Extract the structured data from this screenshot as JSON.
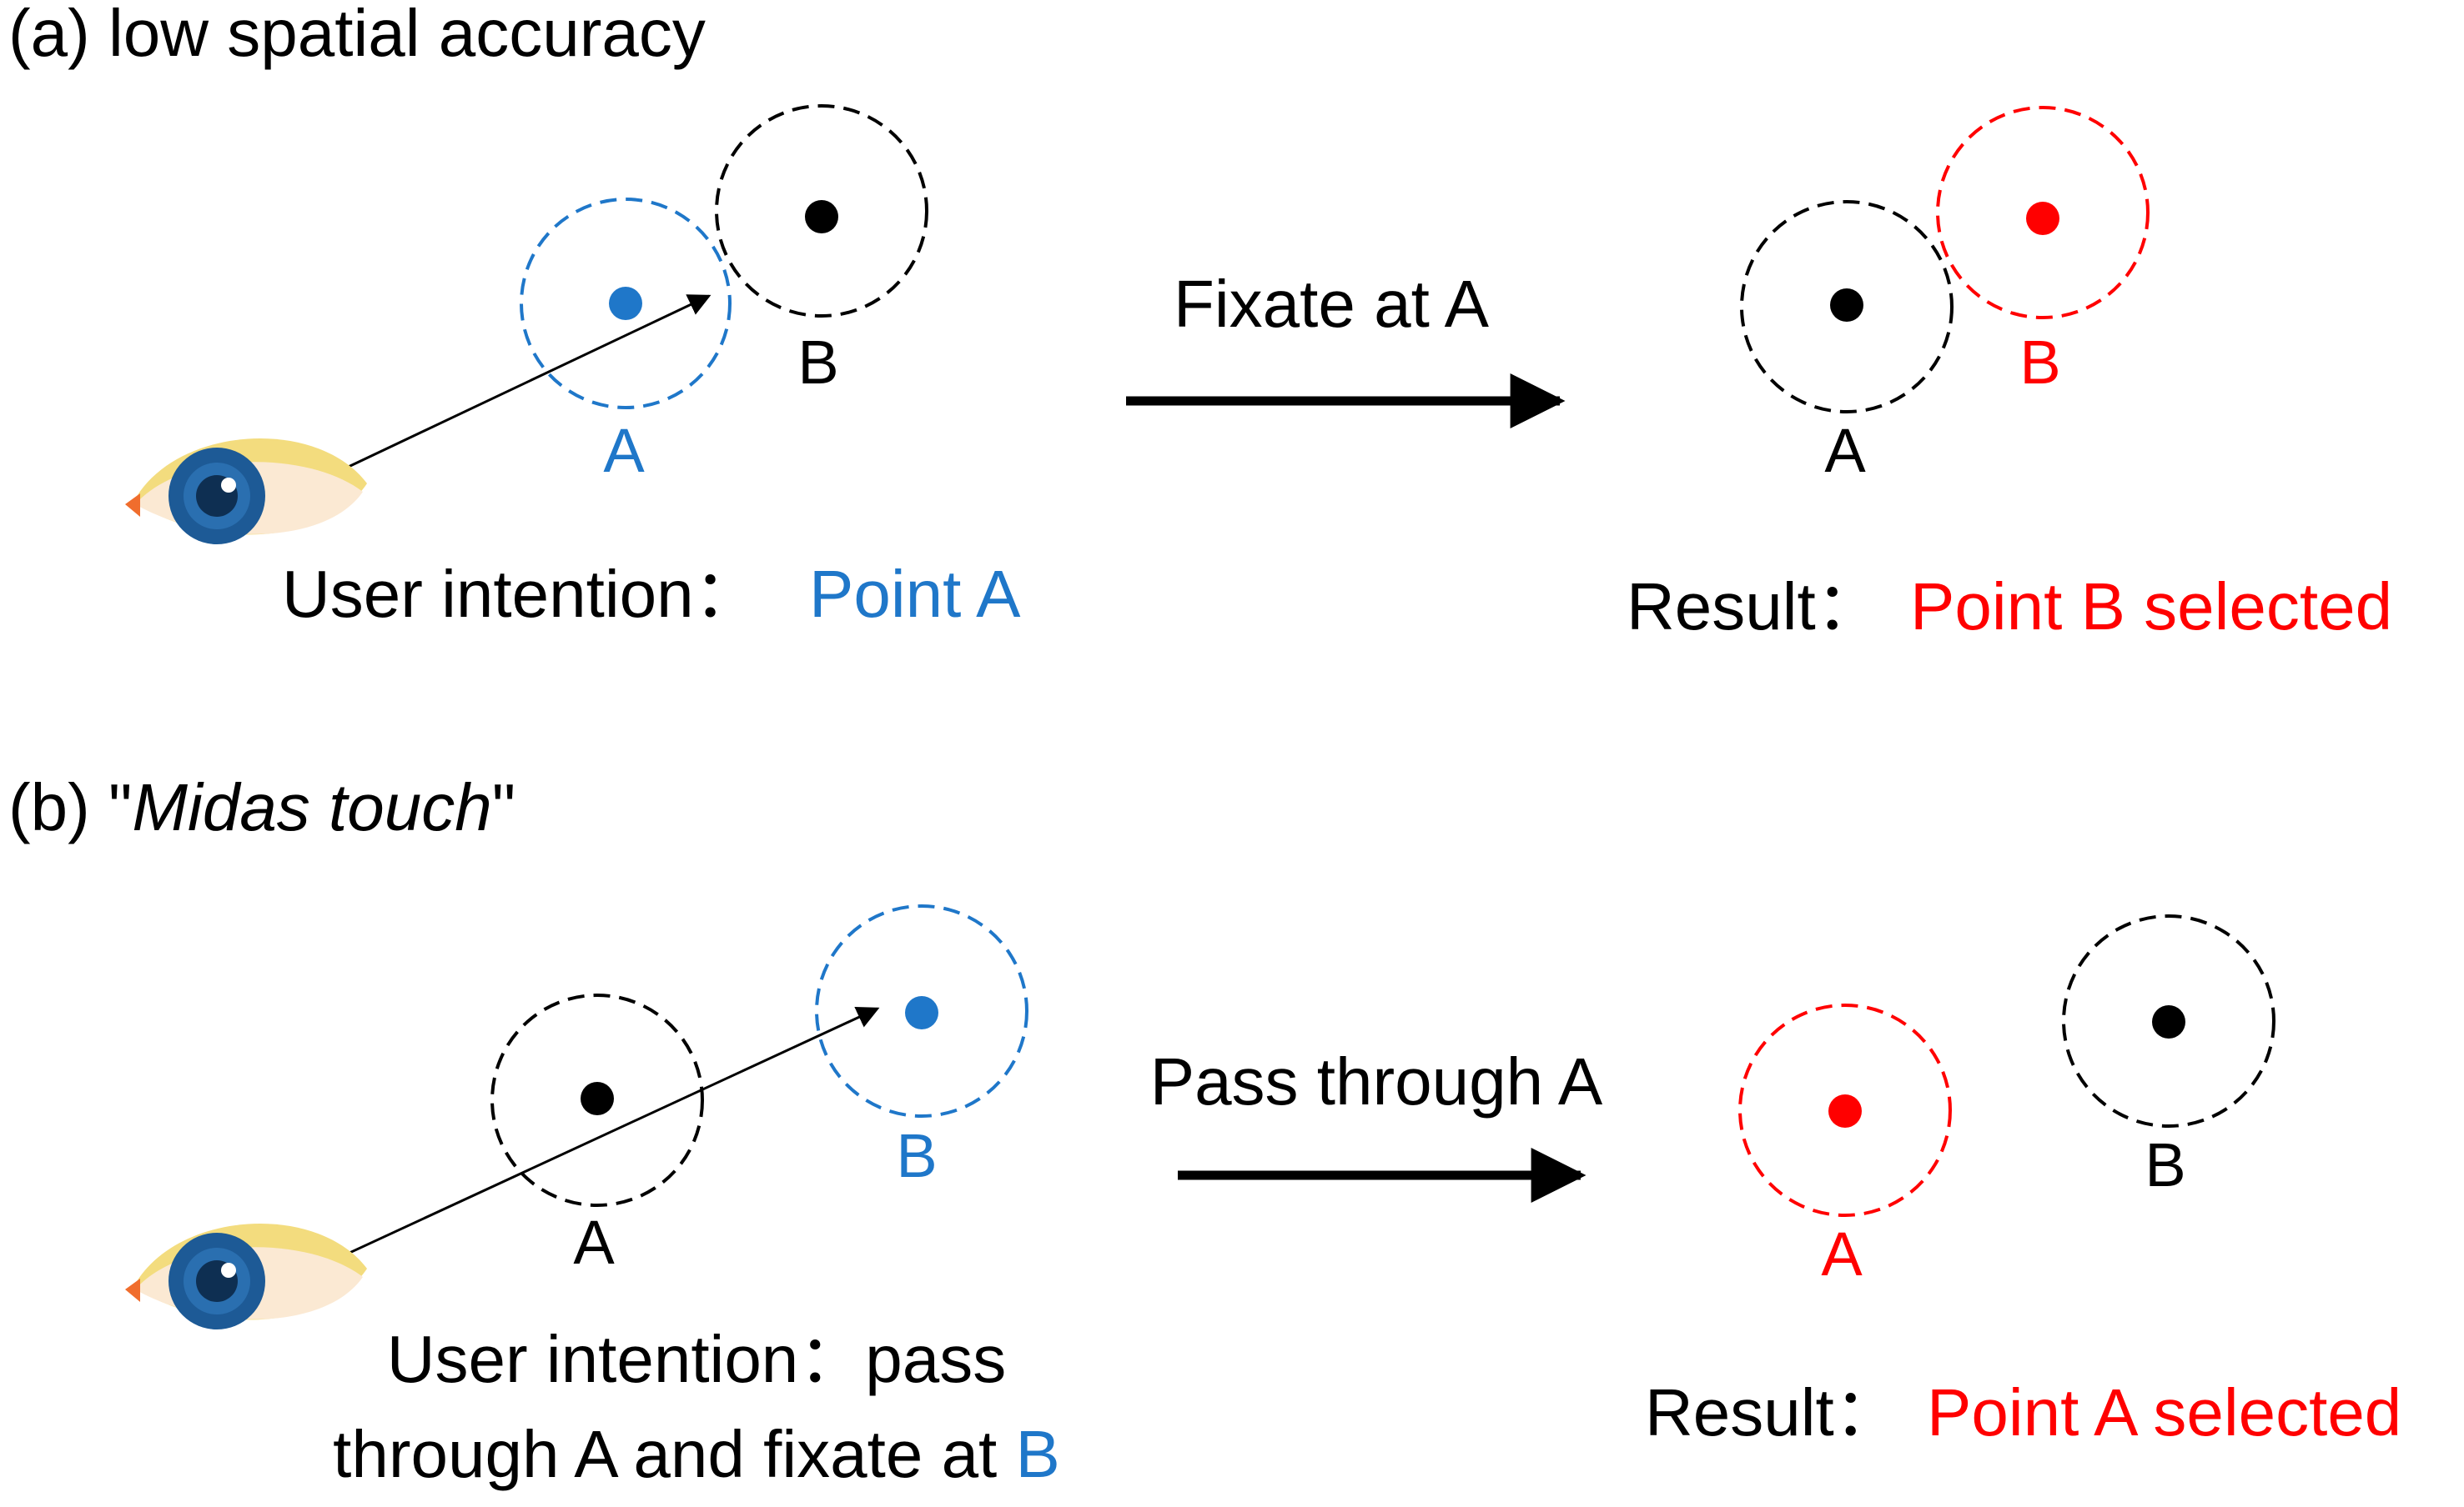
{
  "colors": {
    "black": "#000000",
    "blue": "#1f77c9",
    "red": "#ff0000",
    "eye_skin": "#fbe9d3",
    "eye_lid": "#f3dc7e",
    "iris": "#1d5a96",
    "iris_dark": "#0e2f52",
    "corner": "#f06d2d"
  },
  "panel_a": {
    "title_prefix": "(a) ",
    "title": "low spatial accuracy",
    "left": {
      "point_a_label": "A",
      "point_b_label": "B"
    },
    "arrow_label": "Fixate at A",
    "right": {
      "point_a_label": "A",
      "point_b_label": "B"
    },
    "intention_label": "User intention：",
    "intention_value": "Point A",
    "result_label": "Result：",
    "result_value": "Point B selected"
  },
  "panel_b": {
    "title_prefix": "(b) \"",
    "title_italic": "Midas touch",
    "title_suffix": "\"",
    "left": {
      "point_a_label": "A",
      "point_b_label": "B"
    },
    "arrow_label": "Pass through A",
    "right": {
      "point_a_label": "A",
      "point_b_label": "B"
    },
    "intention_line1": "User intention：pass",
    "intention_line2_prefix": "through A and fixate at ",
    "intention_line2_highlight": "B",
    "result_label": "Result：",
    "result_value": "Point A selected"
  },
  "icons": [
    "eye-icon",
    "eye-icon"
  ]
}
